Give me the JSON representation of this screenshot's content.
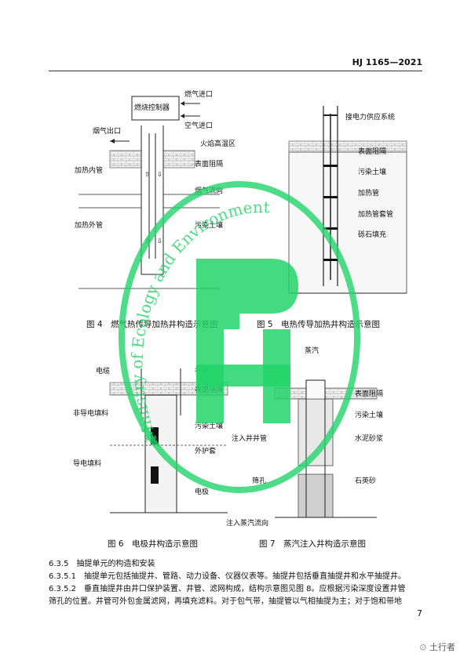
{
  "header": {
    "code": "HJ 1165—2021"
  },
  "figures": [
    {
      "id": "fig4",
      "caption": "图 4　燃气热传导加热井构造示意图",
      "labels": {
        "gas_in": "燃气进口",
        "controller": "燃烧控制器",
        "air_in": "空气进口",
        "flue_out": "烟气出口",
        "flame": "火焰高温区",
        "surface": "表面阻隔",
        "inner_pipe": "加热内管",
        "flow": "烟气流向",
        "outer_pipe": "加热外管",
        "soil": "污染土壤"
      }
    },
    {
      "id": "fig5",
      "caption": "图 5　电热传导加热井构造示意图",
      "labels": {
        "power": "接电力供应系统",
        "surface": "表面阻隔",
        "soil": "污染土壤",
        "heater": "加热管",
        "sleeve": "加热管套管",
        "gravel": "砾石填充"
      }
    },
    {
      "id": "fig6",
      "caption": "图 6　电极井构造示意图",
      "labels": {
        "cable": "电缆",
        "water": "补水",
        "surface": "表面阻隔",
        "nonconductive": "非导电填料",
        "soil": "污染土壤",
        "jacket": "外护套",
        "conductive": "导电填料",
        "electrode": "电极"
      }
    },
    {
      "id": "fig7",
      "caption": "图 7　蒸汽注入井构造示意图",
      "labels": {
        "steam": "蒸汽",
        "surface": "表面阻隔",
        "soil": "污染土壤",
        "inject_pipe": "注入井井管",
        "grout": "水泥砂浆",
        "screen": "筛孔",
        "sand": "石英砂",
        "flow": "注入蒸汽流向"
      }
    }
  ],
  "text": {
    "l1": "6.3.5　抽提单元的构造和安装",
    "l2": "6.3.5.1　抽提单元包括抽提井、管路、动力设备、仪器仪表等。抽提井包括垂直抽提井和水平抽提井。",
    "l3": "6.3.5.2　垂直抽提井由井口保护装置、井管、滤网构成，结构示意图见图 8。应根据污染深度设置井管",
    "l4": "筛孔的位置。井管可外包金属滤网，再填充滤料。对于包气带，抽提管以气相抽提为主；对于饱和带地"
  },
  "page_number": "7",
  "watermark": {
    "text": "Ministry of Ecology and Environment",
    "color": "#22d36a"
  },
  "footer": {
    "brand": "土行者"
  }
}
